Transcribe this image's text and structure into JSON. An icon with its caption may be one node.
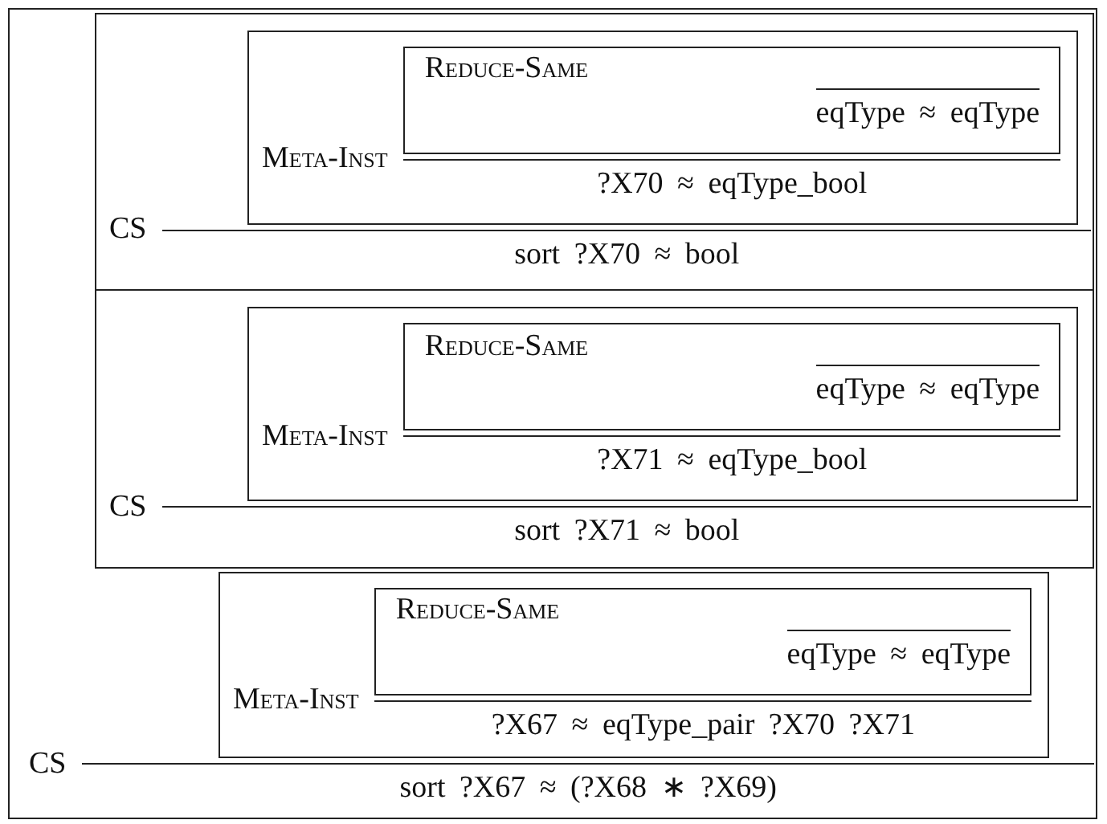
{
  "diagram": {
    "nodes": [
      {
        "text": [
          "CS",
          "sort ?X67 ≈ (?X68 ∗ ?X69)"
        ]
      },
      {
        "text": [
          "CS",
          "sort ?X70 ≈ bool"
        ],
        "in": 0
      },
      {
        "text": [
          "Meta-Inst",
          "?X70 ≈ eqType_bool"
        ],
        "in": 1
      },
      {
        "text": [
          "Reduce-Same",
          "eqType ≈ eqType"
        ],
        "in": 2
      },
      {
        "text": [
          "CS",
          "sort ?X71 ≈ bool"
        ],
        "in": 0
      },
      {
        "text": [
          "Meta-Inst",
          "?X71 ≈ eqType_bool"
        ],
        "in": 4
      },
      {
        "text": [
          "Reduce-Same",
          "eqType ≈ eqType"
        ],
        "in": 5
      },
      {
        "text": [
          "Meta-Inst",
          "?X67 ≈ eqType_pair ?X70 ?X71"
        ],
        "in": 0
      },
      {
        "text": [
          "Reduce-Same",
          "eqType ≈ eqType"
        ],
        "in": 7
      }
    ]
  }
}
